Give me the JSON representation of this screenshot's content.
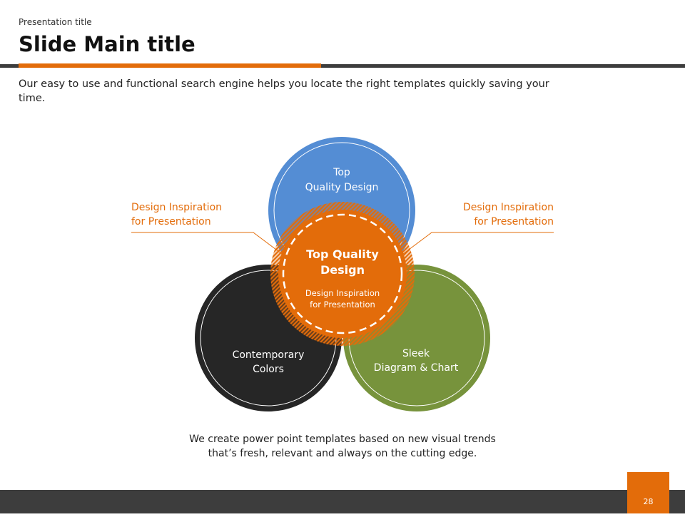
{
  "header": {
    "presentation_title": "Presentation title",
    "main_title": "Slide Main title"
  },
  "description": "Our easy to use and functional search engine helps you locate the right templates quickly saving your time.",
  "callouts": {
    "left": [
      "Design Inspiration",
      "for Presentation"
    ],
    "right": [
      "Design Inspiration",
      "for Presentation"
    ]
  },
  "circles": {
    "top": {
      "lines": [
        "Top",
        "Quality Design"
      ],
      "color": "#548dd4"
    },
    "left": {
      "lines": [
        "Contemporary",
        "Colors"
      ],
      "color": "#262626"
    },
    "right": {
      "lines": [
        "Sleek",
        "Diagram & Chart"
      ],
      "color": "#77933c"
    },
    "center": {
      "title": [
        "Top Quality",
        "Design"
      ],
      "sub": [
        "Design Inspiration",
        "for Presentation"
      ],
      "color": "#e36c0a"
    }
  },
  "footer_text": [
    "We create power point templates based on new visual trends",
    "that’s fresh, relevant and always on the cutting edge."
  ],
  "page_number": "28"
}
